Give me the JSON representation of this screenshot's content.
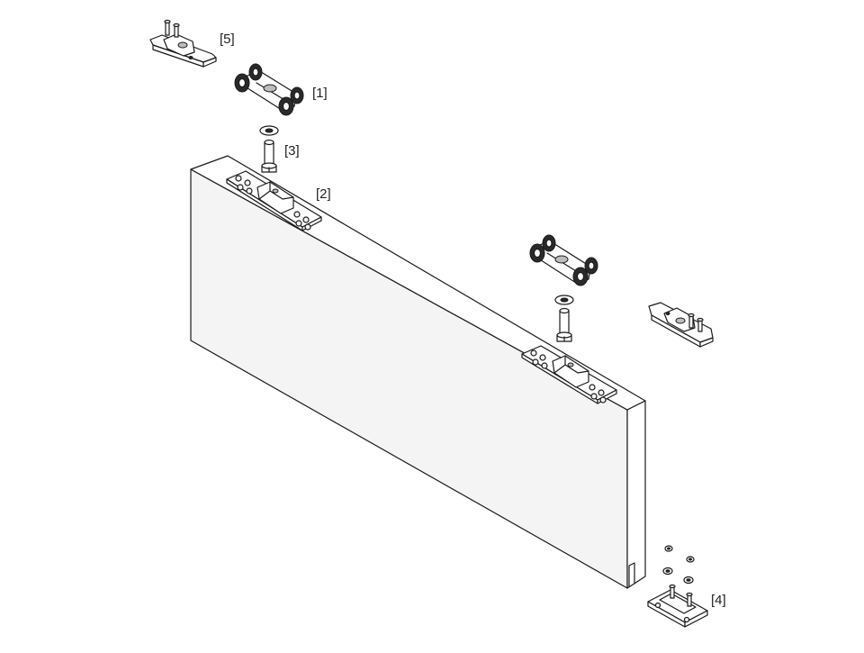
{
  "callouts": {
    "c1": "[1]",
    "c2": "[2]",
    "c3": "[3]",
    "c4": "[4]",
    "c5": "[5]"
  },
  "colors": {
    "line": "#1a1a1a",
    "part_dark": "#2a2a2a",
    "part_mid": "#bdbdbd",
    "background": "#ffffff"
  }
}
